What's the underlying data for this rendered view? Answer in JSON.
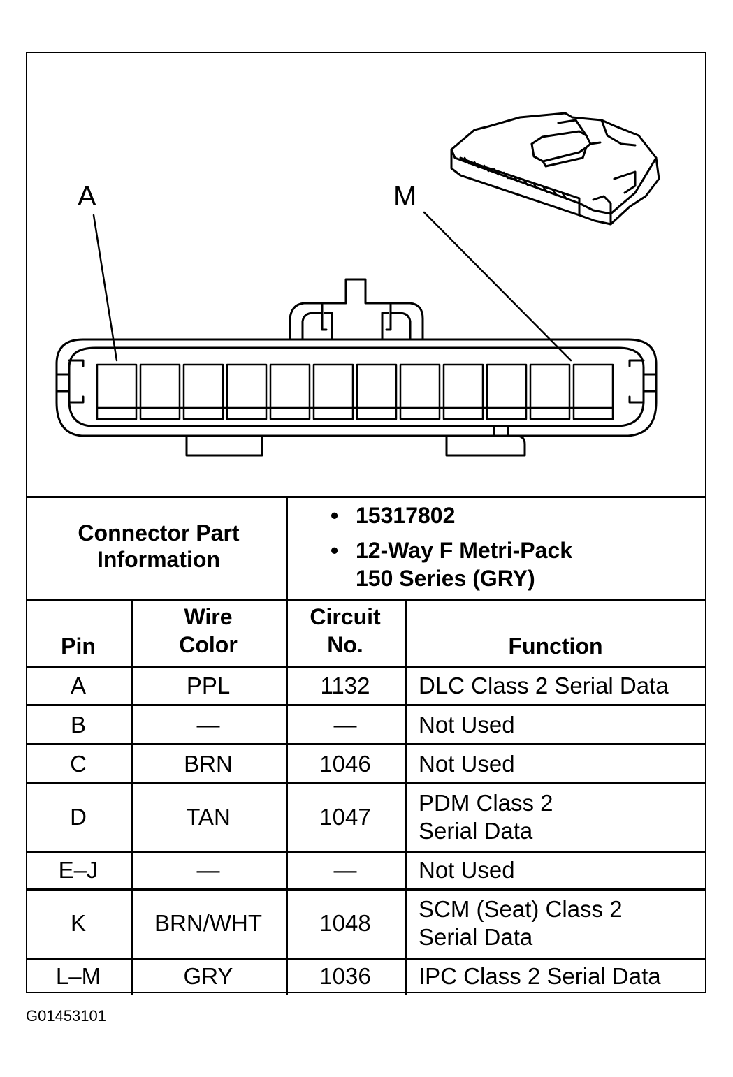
{
  "diagram": {
    "callout_left": "A",
    "callout_right": "M"
  },
  "part_info": {
    "label": "Connector Part Information",
    "items": [
      "15317802",
      "12-Way F Metri-Pack 150 Series (GRY)"
    ],
    "item1": "15317802",
    "item2_line1": "12-Way F Metri-Pack",
    "item2_line2": "150 Series (GRY)",
    "bullet": "•"
  },
  "table": {
    "headers": {
      "pin": "Pin",
      "wire_color_l1": "Wire",
      "wire_color_l2": "Color",
      "circuit_l1": "Circuit",
      "circuit_l2": "No.",
      "function": "Function"
    },
    "rows": [
      {
        "pin": "A",
        "wire": "PPL",
        "circuit": "1132",
        "function": [
          "DLC Class 2 Serial Data"
        ]
      },
      {
        "pin": "B",
        "wire": "—",
        "circuit": "—",
        "function": [
          "Not Used"
        ]
      },
      {
        "pin": "C",
        "wire": "BRN",
        "circuit": "1046",
        "function": [
          "Not Used"
        ]
      },
      {
        "pin": "D",
        "wire": "TAN",
        "circuit": "1047",
        "function": [
          "PDM Class 2",
          "Serial Data"
        ]
      },
      {
        "pin": "E–J",
        "wire": "—",
        "circuit": "—",
        "function": [
          "Not Used"
        ]
      },
      {
        "pin": "K",
        "wire": "BRN/WHT",
        "circuit": "1048",
        "function": [
          "SCM (Seat) Class 2",
          "Serial Data"
        ]
      },
      {
        "pin": "L–M",
        "wire": "GRY",
        "circuit": "1036",
        "function": [
          "IPC Class 2 Serial Data"
        ]
      }
    ]
  },
  "figure_code": "G01453101"
}
